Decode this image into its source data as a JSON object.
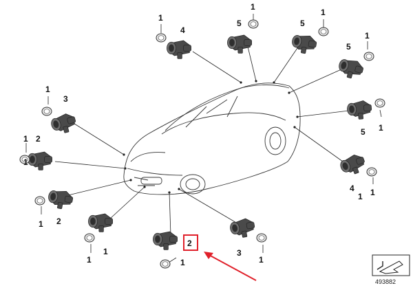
{
  "diagram": {
    "doc_number": "493882",
    "highlight_color": "#e0202a",
    "callouts": [
      {
        "id": "c1",
        "label": "1"
      },
      {
        "id": "c2",
        "label": "4"
      },
      {
        "id": "c3",
        "label": "1"
      },
      {
        "id": "c4",
        "label": "5"
      },
      {
        "id": "c5",
        "label": "1"
      },
      {
        "id": "c6",
        "label": "5"
      },
      {
        "id": "c7",
        "label": "1"
      },
      {
        "id": "c8",
        "label": "5"
      },
      {
        "id": "c9",
        "label": "1"
      },
      {
        "id": "c10",
        "label": "1"
      },
      {
        "id": "c11",
        "label": "3"
      },
      {
        "id": "c12",
        "label": "5"
      },
      {
        "id": "c13",
        "label": "1"
      },
      {
        "id": "c14",
        "label": "1"
      },
      {
        "id": "c15",
        "label": "2"
      },
      {
        "id": "c16",
        "label": "1"
      },
      {
        "id": "c17",
        "label": "1"
      },
      {
        "id": "c18",
        "label": "2"
      },
      {
        "id": "c19",
        "label": "4"
      },
      {
        "id": "c20",
        "label": "1"
      },
      {
        "id": "c21",
        "label": "1"
      },
      {
        "id": "c22",
        "label": "3"
      },
      {
        "id": "c23",
        "label": "1"
      },
      {
        "id": "c24",
        "label": "1"
      },
      {
        "id": "c25",
        "label": "2"
      },
      {
        "id": "c26",
        "label": "1"
      }
    ]
  }
}
